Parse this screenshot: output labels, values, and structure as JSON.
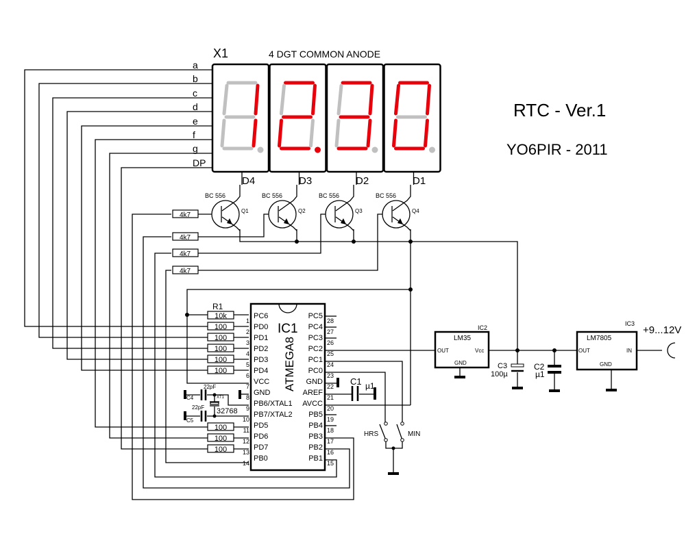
{
  "title": "RTC - Ver.1",
  "author_line": "YO6PIR - 2011",
  "display": {
    "ref": "X1",
    "description": "4 DGT COMMON ANODE",
    "segment_labels": [
      "a",
      "b",
      "c",
      "d",
      "e",
      "f",
      "g",
      "DP"
    ],
    "digit_labels": [
      "D4",
      "D3",
      "D2",
      "D1"
    ],
    "shown_value": "12:30",
    "digits": [
      {
        "char": "1",
        "segments_on": [
          "b",
          "c"
        ],
        "dp_on": false
      },
      {
        "char": "2",
        "segments_on": [
          "a",
          "b",
          "g",
          "e",
          "d"
        ],
        "dp_on": true
      },
      {
        "char": "3",
        "segments_on": [
          "a",
          "b",
          "g",
          "c",
          "d"
        ],
        "dp_on": false
      },
      {
        "char": "0",
        "segments_on": [
          "a",
          "b",
          "c",
          "d",
          "e",
          "f"
        ],
        "dp_on": false
      }
    ],
    "colors": {
      "segment_on": "#e8000b",
      "segment_off": "#c0c0c0"
    }
  },
  "transistors": [
    {
      "ref": "Q1",
      "type": "BC 556"
    },
    {
      "ref": "Q2",
      "type": "BC 556"
    },
    {
      "ref": "Q3",
      "type": "BC 556"
    },
    {
      "ref": "Q4",
      "type": "BC 556"
    }
  ],
  "base_resistors": [
    "4k7",
    "4k7",
    "4k7",
    "4k7"
  ],
  "r1": {
    "ref": "R1",
    "value": "10k"
  },
  "segment_resistors": [
    "100",
    "100",
    "100",
    "100",
    "100",
    "100",
    "100",
    "100"
  ],
  "mcu": {
    "ref": "IC1",
    "part": "ATMEGA8",
    "left_pins": [
      {
        "num": "1",
        "name": "PC6"
      },
      {
        "num": "2",
        "name": "PD0"
      },
      {
        "num": "3",
        "name": "PD1"
      },
      {
        "num": "4",
        "name": "PD2"
      },
      {
        "num": "5",
        "name": "PD3"
      },
      {
        "num": "6",
        "name": "PD4"
      },
      {
        "num": "7",
        "name": "VCC"
      },
      {
        "num": "8",
        "name": "GND"
      },
      {
        "num": "9",
        "name": "PB6/XTAL1"
      },
      {
        "num": "10",
        "name": "PB7/XTAL2"
      },
      {
        "num": "11",
        "name": "PD5"
      },
      {
        "num": "12",
        "name": "PD6"
      },
      {
        "num": "13",
        "name": "PD7"
      },
      {
        "num": "14",
        "name": "PB0"
      }
    ],
    "right_pins": [
      {
        "num": "28",
        "name": "PC5"
      },
      {
        "num": "27",
        "name": "PC4"
      },
      {
        "num": "26",
        "name": "PC3"
      },
      {
        "num": "25",
        "name": "PC2"
      },
      {
        "num": "24",
        "name": "PC1"
      },
      {
        "num": "23",
        "name": "PC0"
      },
      {
        "num": "22",
        "name": "GND"
      },
      {
        "num": "21",
        "name": "AREF"
      },
      {
        "num": "20",
        "name": "AVCC"
      },
      {
        "num": "19",
        "name": "PB5"
      },
      {
        "num": "18",
        "name": "PB4"
      },
      {
        "num": "17",
        "name": "PB3"
      },
      {
        "num": "16",
        "name": "PB2"
      },
      {
        "num": "15",
        "name": "PB1"
      }
    ]
  },
  "crystal": {
    "ref": "XT1",
    "value": "32768"
  },
  "c4": {
    "ref": "C4",
    "value": "22pF"
  },
  "c5": {
    "ref": "C5",
    "value": "22pF"
  },
  "c1": {
    "ref": "C1",
    "value": "µ1"
  },
  "c2": {
    "ref": "C2",
    "value": "µ1"
  },
  "c3": {
    "ref": "C3",
    "value": "100µ"
  },
  "switches": {
    "hours": "HRS",
    "minutes": "MIN"
  },
  "ic2": {
    "ref": "IC2",
    "part": "LM35",
    "pin_out": "OUT",
    "pin_vcc": "Vcc",
    "pin_gnd": "GND"
  },
  "ic3": {
    "ref": "IC3",
    "part": "LM7805",
    "pin_out": "OUT",
    "pin_in": "IN",
    "pin_gnd": "GND"
  },
  "supply": "+9...12V"
}
